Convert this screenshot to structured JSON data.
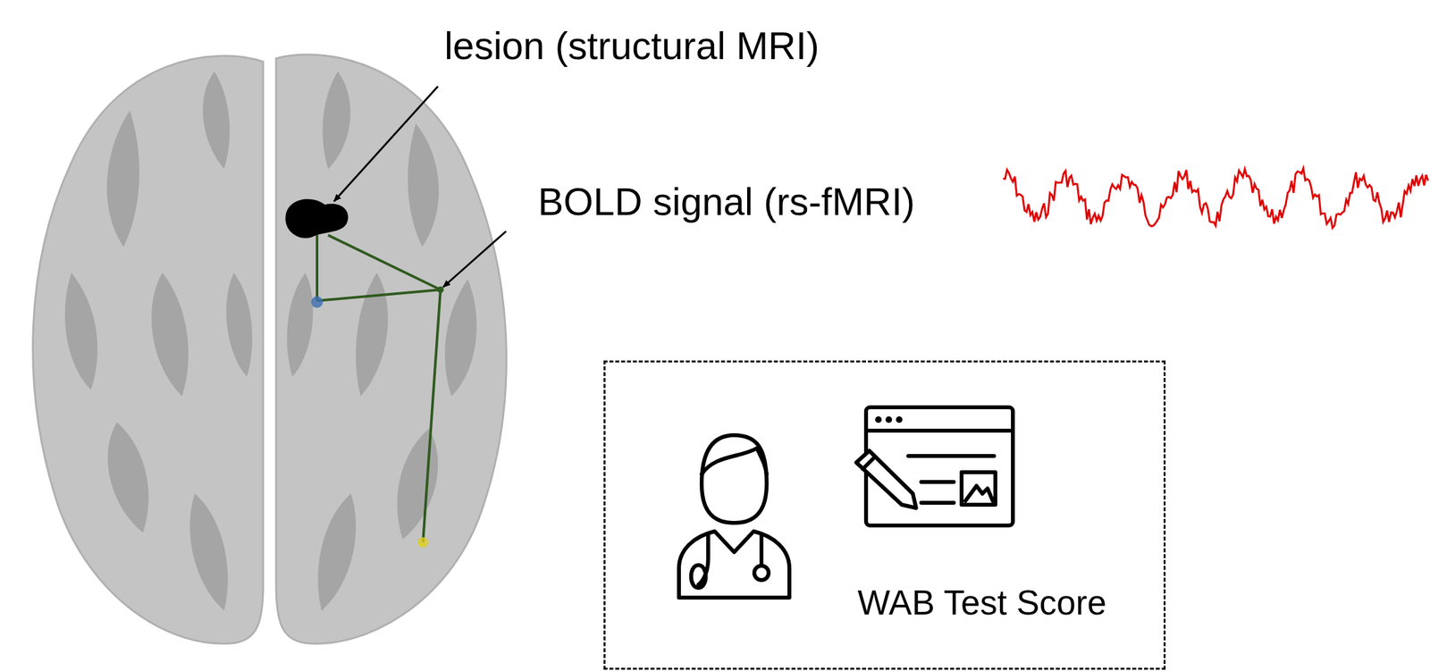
{
  "diagram": {
    "nodes": [
      {
        "text": [
          "WAB Test Score"
        ]
      }
    ],
    "labels": [
      "lesion (structural MRI)",
      "BOLD signal (rs-fMRI)"
    ]
  }
}
